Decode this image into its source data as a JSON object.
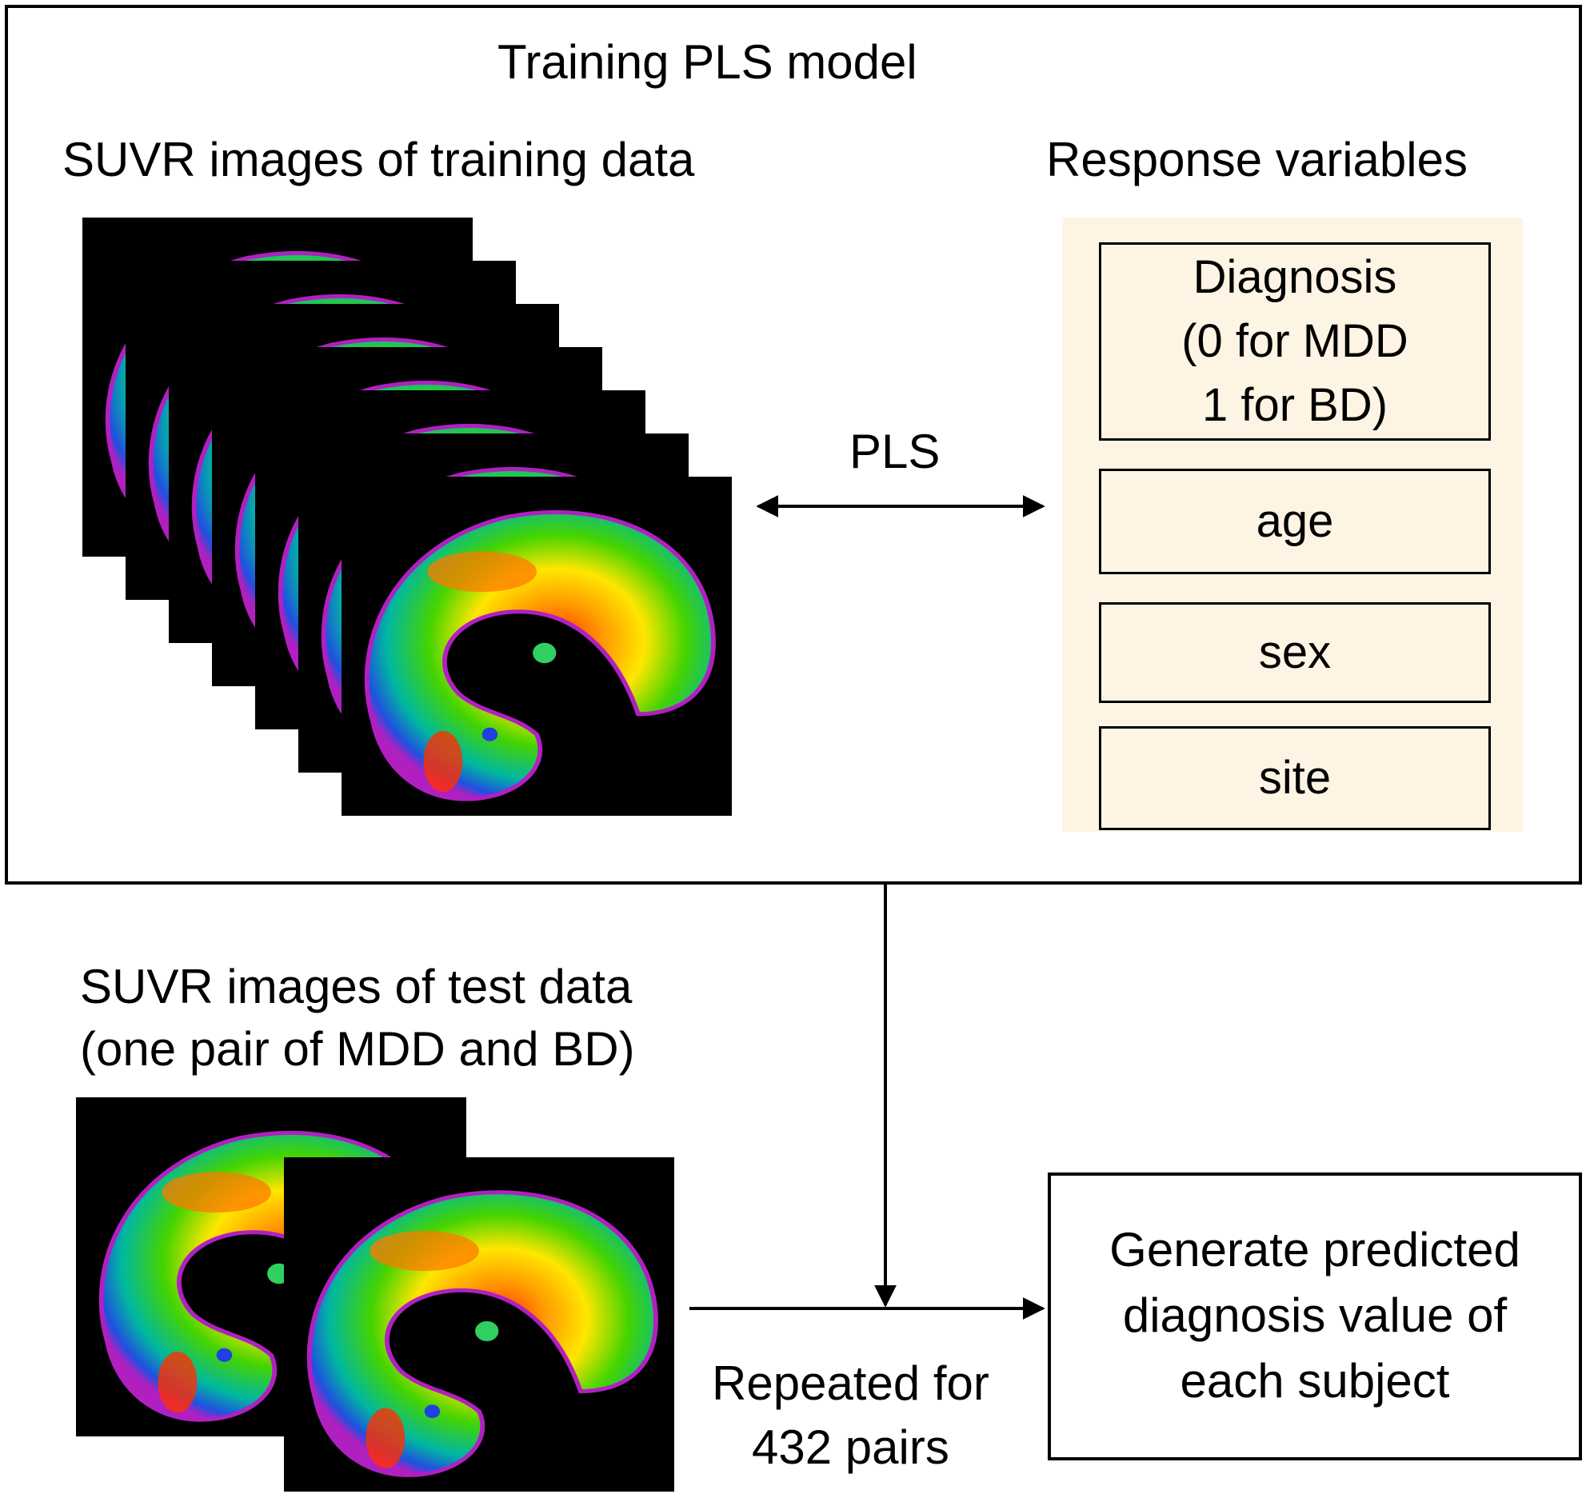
{
  "training": {
    "title": "Training PLS model",
    "images_label": "SUVR images of training data",
    "response_label": "Response variables",
    "pls_label": "PLS",
    "responses": [
      {
        "lines": [
          "Diagnosis",
          "(0 for MDD",
          "1 for BD)"
        ]
      },
      {
        "lines": [
          "age"
        ]
      },
      {
        "lines": [
          "sex"
        ]
      },
      {
        "lines": [
          "site"
        ]
      }
    ]
  },
  "test": {
    "label_lines": [
      "SUVR images of test data",
      "(one pair of MDD and BD)"
    ]
  },
  "repeat_lines": [
    "Repeated for",
    "432 pairs"
  ],
  "output_lines": [
    "Generate predicted",
    "diagnosis value of",
    "each subject"
  ],
  "colors": {
    "response_panel_bg": "#fdf4e3",
    "slice_bg": "#000000",
    "line": "#000000"
  }
}
